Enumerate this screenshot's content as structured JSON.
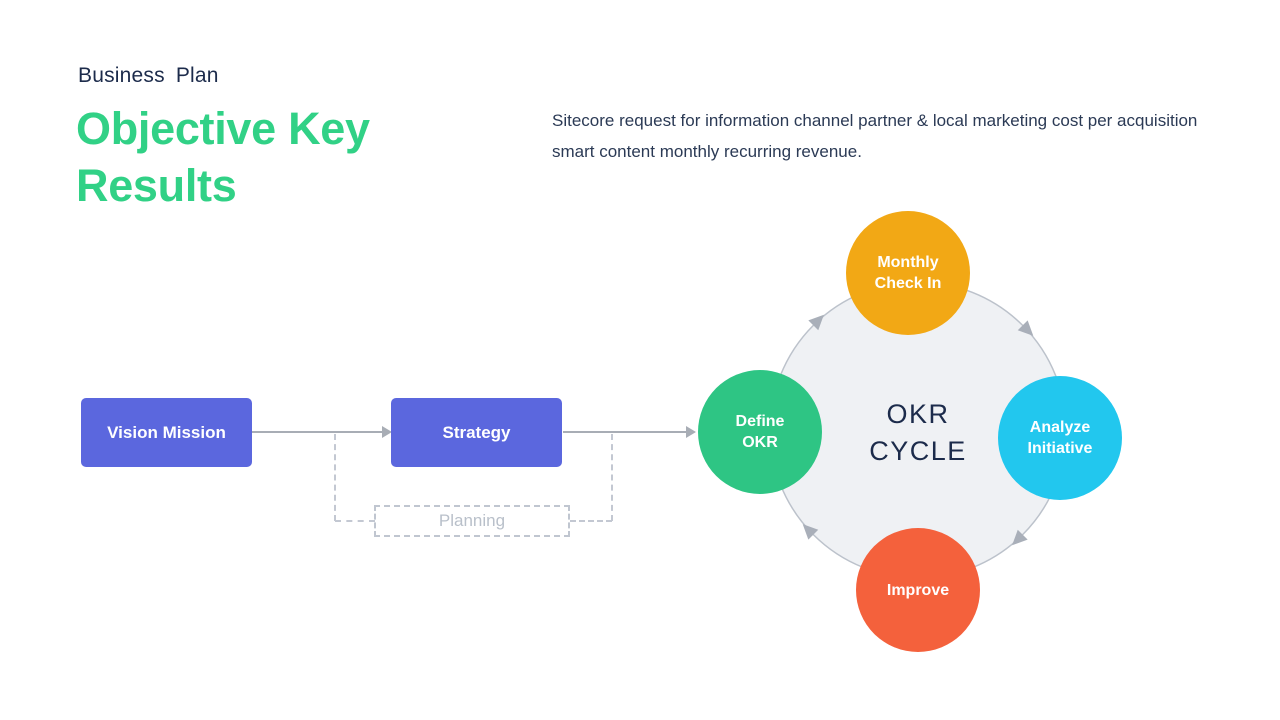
{
  "header": {
    "eyebrow": "Business Plan",
    "title": "Objective Key Results",
    "description": "Sitecore request for information channel partner & local marketing cost per acquisition smart content monthly recurring revenue."
  },
  "flow": {
    "nodes": [
      {
        "label": "Vision Mission"
      },
      {
        "label": "Strategy"
      }
    ],
    "node_color": "#5B67DE",
    "planning_label": "Planning"
  },
  "cycle": {
    "title_line1": "OKR",
    "title_line2": "CYCLE",
    "direction": "clockwise",
    "steps": [
      {
        "label": "Monthly Check In",
        "color": "#F2A815",
        "position": "top"
      },
      {
        "label": "Analyze Initiative",
        "color": "#22C7EE",
        "position": "right"
      },
      {
        "label": "Improve",
        "color": "#F4613C",
        "position": "bottom"
      },
      {
        "label": "Define OKR",
        "color": "#2EC584",
        "position": "left"
      }
    ]
  },
  "colors": {
    "title_green": "#31D186",
    "heading_navy": "#1C2B4B",
    "body_text": "#2B3A55",
    "connector_gray": "#A8ADB5",
    "dashed_gray": "#C3C8D2",
    "ring_fill": "#EFF1F4",
    "ring_stroke": "#BCC2CB",
    "background": "#FFFFFF"
  }
}
